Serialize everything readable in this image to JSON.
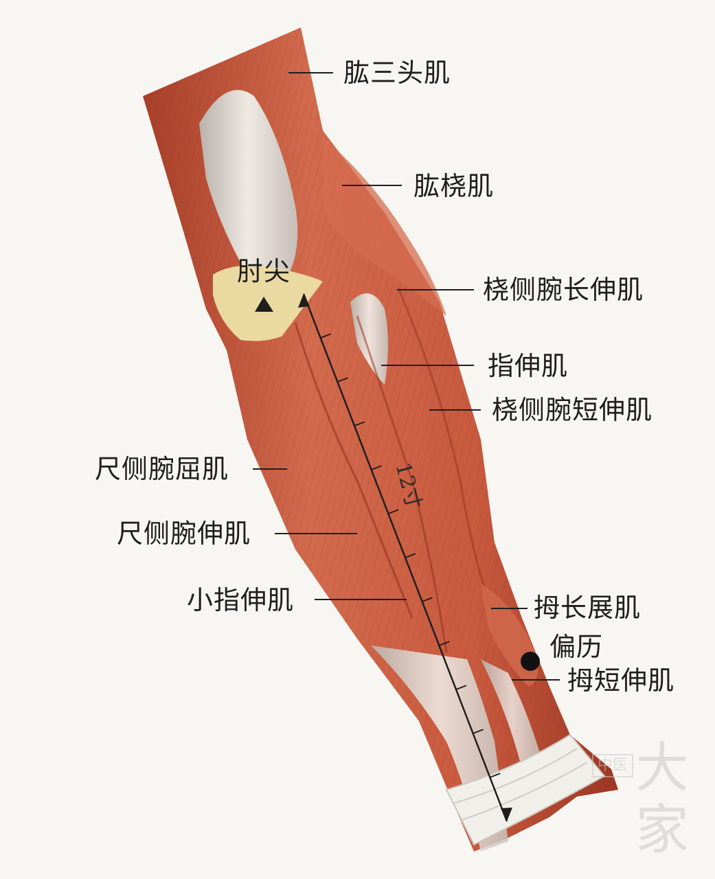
{
  "labels": {
    "triceps": "肱三头肌",
    "brachioradialis": "肱桡肌",
    "elbow_tip": "肘尖",
    "ecrl": "桡侧腕长伸肌",
    "extensor_digitorum": "指伸肌",
    "ecrb": "桡侧腕短伸肌",
    "fcu": "尺侧腕屈肌",
    "ecu": "尺侧腕伸肌",
    "edm": "小指伸肌",
    "apl": "拇长展肌",
    "pianli": "偏历",
    "epb": "拇短伸肌"
  },
  "ruler": {
    "length_label": "12寸",
    "segments": 12
  },
  "watermark": {
    "chars": [
      "大",
      "家"
    ],
    "logo_text": "中医"
  },
  "colors": {
    "muscle": "#c9553a",
    "muscle_dark": "#9e3a26",
    "tendon": "#e4e2dc",
    "bone": "#ead9a0",
    "line": "#1e1e1e",
    "background": "#f7f6f2"
  }
}
